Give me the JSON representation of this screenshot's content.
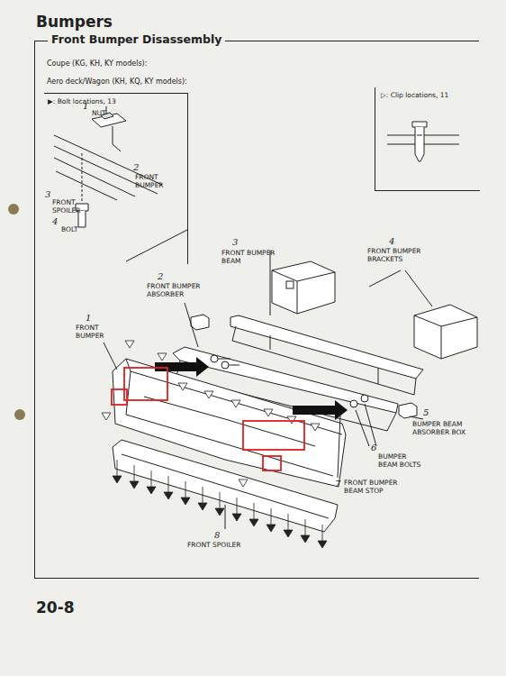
{
  "diagram": {
    "title": "Bumpers",
    "nodes": [
      {
        "text": [
          "Front Bumper Disassembly"
        ]
      },
      {
        "text": [
          "▶: Bolt locations, 13"
        ],
        "in": 0
      },
      {
        "text": [
          "▷: Clip locations, 11"
        ],
        "in": 0
      }
    ],
    "labels": [
      "Coupe (KG, KH, KY models):",
      "Aero deck/Wagon (KH, KQ, KY models):",
      "1",
      "NUT",
      "2",
      "FRONT BUMPER",
      "3",
      "FRONT SPOILER",
      "4",
      "BOLT",
      "3",
      "FRONT BUMPER BEAM",
      "4",
      "FRONT BUMPER BRACKETS",
      "2",
      "FRONT BUMPER ABSORBER",
      "1",
      "FRONT BUMPER",
      "5",
      "BUMPER BEAM ABSORBER BOX",
      "6",
      "BUMPER BEAM BOLTS",
      "7",
      "FRONT BUMPER BEAM STOP",
      "8",
      "FRONT SPOILER",
      "20-8"
    ]
  }
}
